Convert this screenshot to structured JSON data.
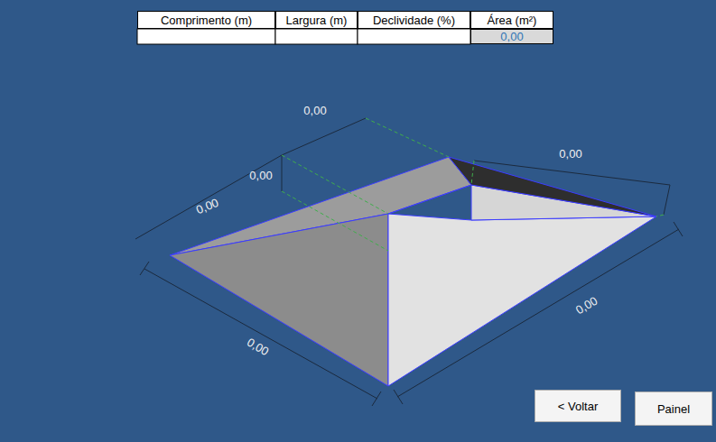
{
  "diagram": {
    "nodes": [
      {
        "text": [
          "< Voltar"
        ]
      },
      {
        "text": [
          "Painel"
        ]
      }
    ],
    "labels": [
      "Comprimento (m)",
      "Largura (m)",
      "Declividade (%)",
      "Área (m²)",
      "0,00",
      "0,00",
      "0,00",
      "0,00",
      "0,00",
      "0,00",
      "0,00"
    ]
  }
}
